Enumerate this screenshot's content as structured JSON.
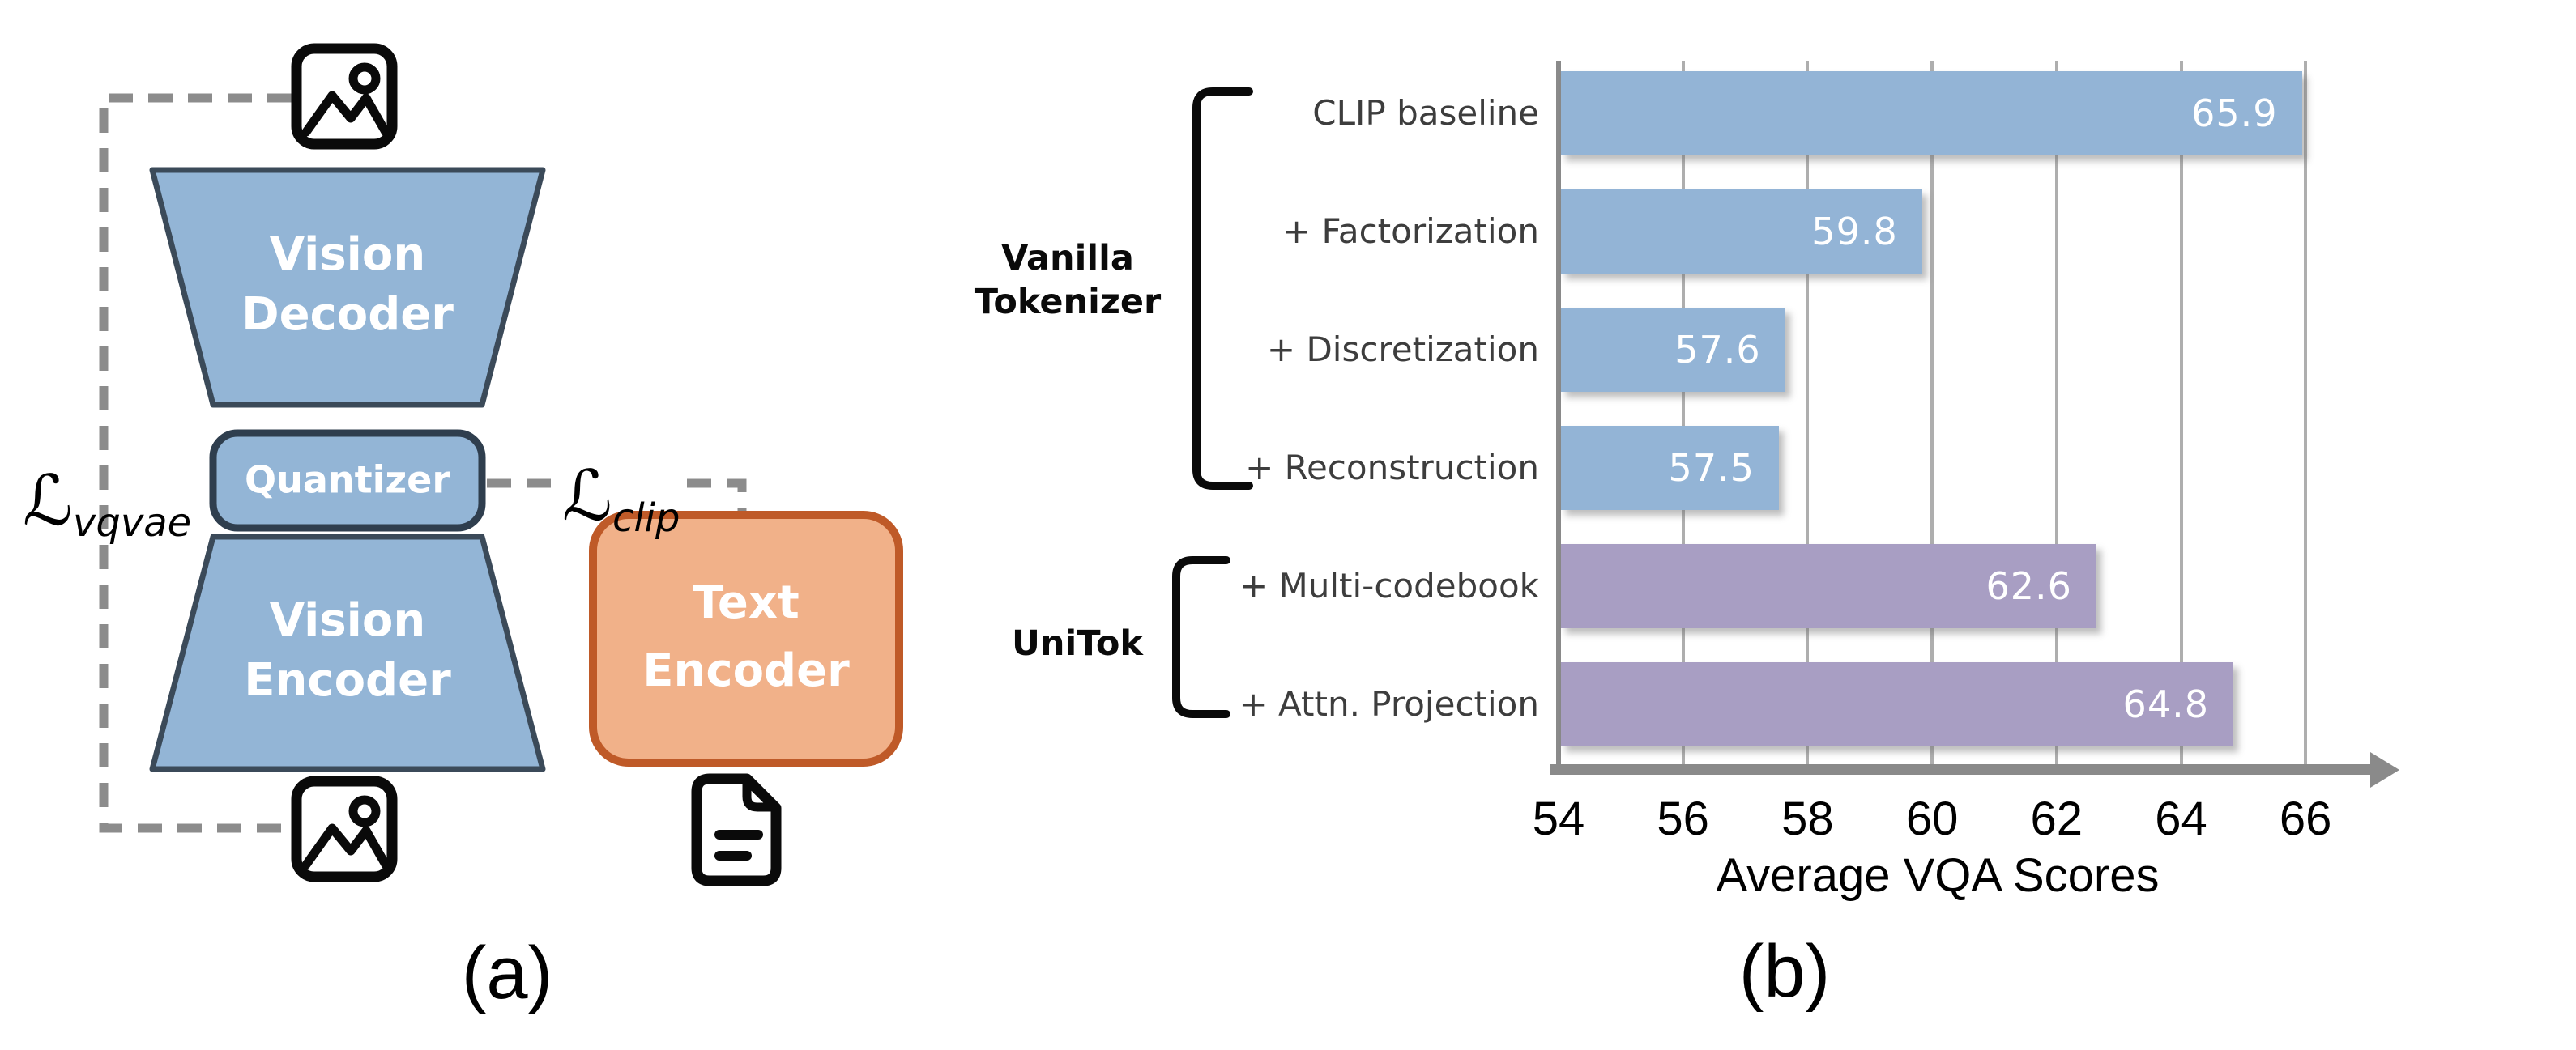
{
  "figure": {
    "caption_a": "(a)",
    "caption_b": "(b)"
  },
  "diagram": {
    "vision_decoder": {
      "lines": [
        "Vision",
        "Decoder"
      ]
    },
    "quantizer": {
      "label": "Quantizer"
    },
    "vision_encoder": {
      "lines": [
        "Vision",
        "Encoder"
      ]
    },
    "text_encoder": {
      "lines": [
        "Text",
        "Encoder"
      ]
    },
    "loss_vqvae": {
      "symbol": "ℒ",
      "subscript": "vqvae"
    },
    "loss_clip": {
      "symbol": "ℒ",
      "subscript": "clip"
    },
    "icons": {
      "reconstructed_image": "image-icon",
      "input_image": "image-icon",
      "text_document": "document-icon"
    },
    "colors": {
      "vision_fill": "#93b5d6",
      "vision_border": "#3b4a59",
      "text_encoder_fill": "#f1b189",
      "text_encoder_border": "#bf5a28",
      "dashed_line": "#8c8c8c"
    }
  },
  "chart_data": {
    "type": "bar",
    "orientation": "horizontal",
    "title": "",
    "xlabel": "Average VQA Scores",
    "ylabel": "",
    "categories": [
      "CLIP baseline",
      "+ Factorization",
      "+ Discretization",
      "+ Reconstruction",
      "+ Multi-codebook",
      "+ Attn. Projection"
    ],
    "values": [
      65.9,
      59.8,
      57.6,
      57.5,
      62.6,
      64.8
    ],
    "value_labels": [
      "65.9",
      "59.8",
      "57.6",
      "57.5",
      "62.6",
      "64.8"
    ],
    "bar_colors": [
      "#93b4d6",
      "#93b4d6",
      "#93b4d6",
      "#93b4d6",
      "#a89ec3",
      "#a89ec3"
    ],
    "groups": [
      {
        "label_lines": [
          "Vanilla",
          "Tokenizer"
        ],
        "start_index": 0,
        "end_index": 3
      },
      {
        "label_lines": [
          "UniTok"
        ],
        "start_index": 4,
        "end_index": 5
      }
    ],
    "xlim": [
      54,
      67.4
    ],
    "ticks": [
      54,
      56,
      58,
      60,
      62,
      64,
      66
    ],
    "grid": true,
    "legend": "none"
  }
}
